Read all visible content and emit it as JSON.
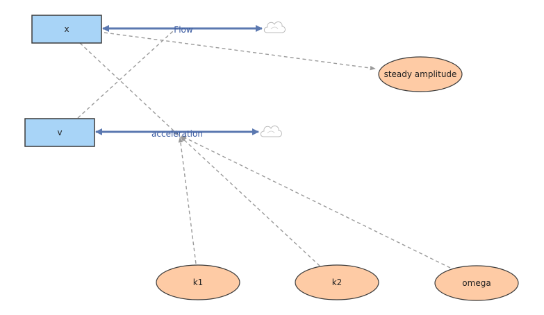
{
  "stocks": [
    {
      "id": "x",
      "label": "x"
    },
    {
      "id": "v",
      "label": "v"
    }
  ],
  "flows": [
    {
      "id": "flow",
      "label": "Flow"
    },
    {
      "id": "acceleration",
      "label": "acceleration"
    }
  ],
  "auxiliaries": [
    {
      "id": "steady_amplitude",
      "label": "steady amplitude"
    },
    {
      "id": "k1",
      "label": "k1"
    },
    {
      "id": "k2",
      "label": "k2"
    },
    {
      "id": "omega",
      "label": "omega"
    }
  ],
  "colors": {
    "stock_fill": "#a8d4f7",
    "stock_stroke": "#3a3a3a",
    "aux_fill": "#fecba5",
    "aux_stroke": "#3a3a3a",
    "flow_arrow": "#5b78b0",
    "link": "#9a9a9a",
    "cloud": "#bbbbbb"
  },
  "icons": {
    "cloud": "cloud-icon"
  }
}
